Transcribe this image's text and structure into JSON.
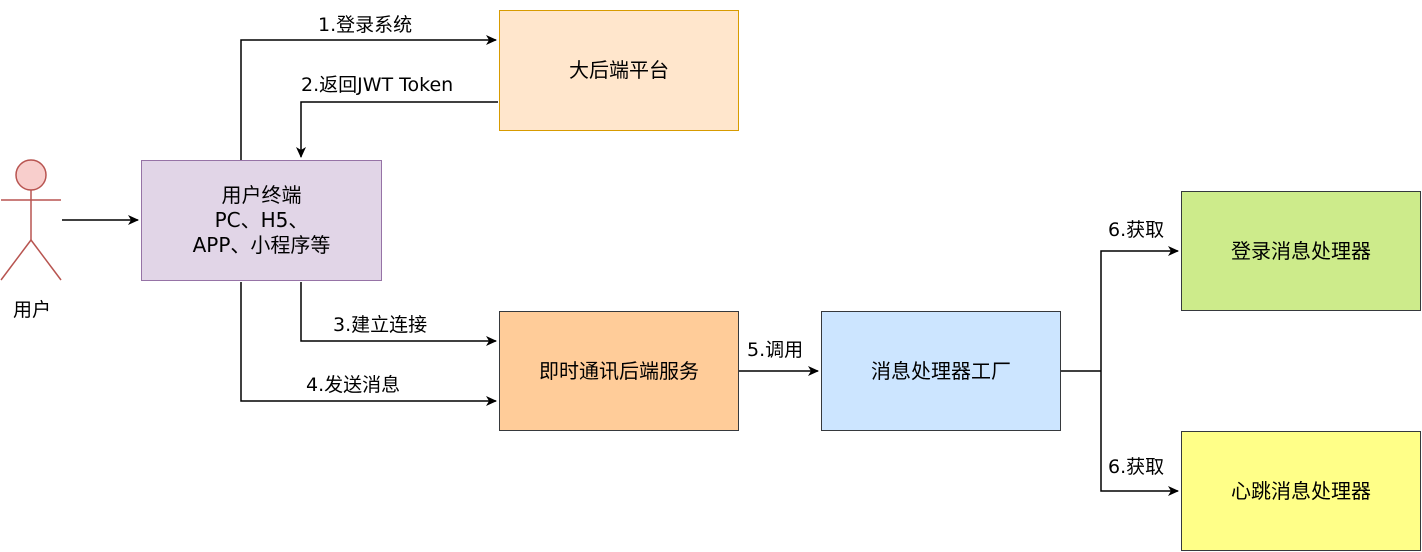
{
  "actor": {
    "label": "用户"
  },
  "boxes": {
    "platform": {
      "label": "大后端平台",
      "fill": "#ffe6cc",
      "stroke": "#d79b00"
    },
    "terminal": {
      "lines": [
        "用户终端",
        "PC、H5、",
        "APP、小程序等"
      ],
      "fill": "#e1d5e7",
      "stroke": "#9673a6"
    },
    "im_backend": {
      "label": "即时通讯后端服务",
      "fill": "#ffcc99",
      "stroke": "#36393d"
    },
    "factory": {
      "label": "消息处理器工厂",
      "fill": "#cce5ff",
      "stroke": "#36393d"
    },
    "login_handler": {
      "label": "登录消息处理器",
      "fill": "#cdeb8b",
      "stroke": "#36393d"
    },
    "heartbeat_handler": {
      "label": "心跳消息处理器",
      "fill": "#ffff88",
      "stroke": "#36393d"
    }
  },
  "edges": {
    "login": "1.登录系统",
    "token": "2.返回JWT Token",
    "connect": "3.建立连接",
    "send": "4.发送消息",
    "invoke": "5.调用",
    "get_login": "6.获取",
    "get_heartbeat": "6.获取"
  }
}
